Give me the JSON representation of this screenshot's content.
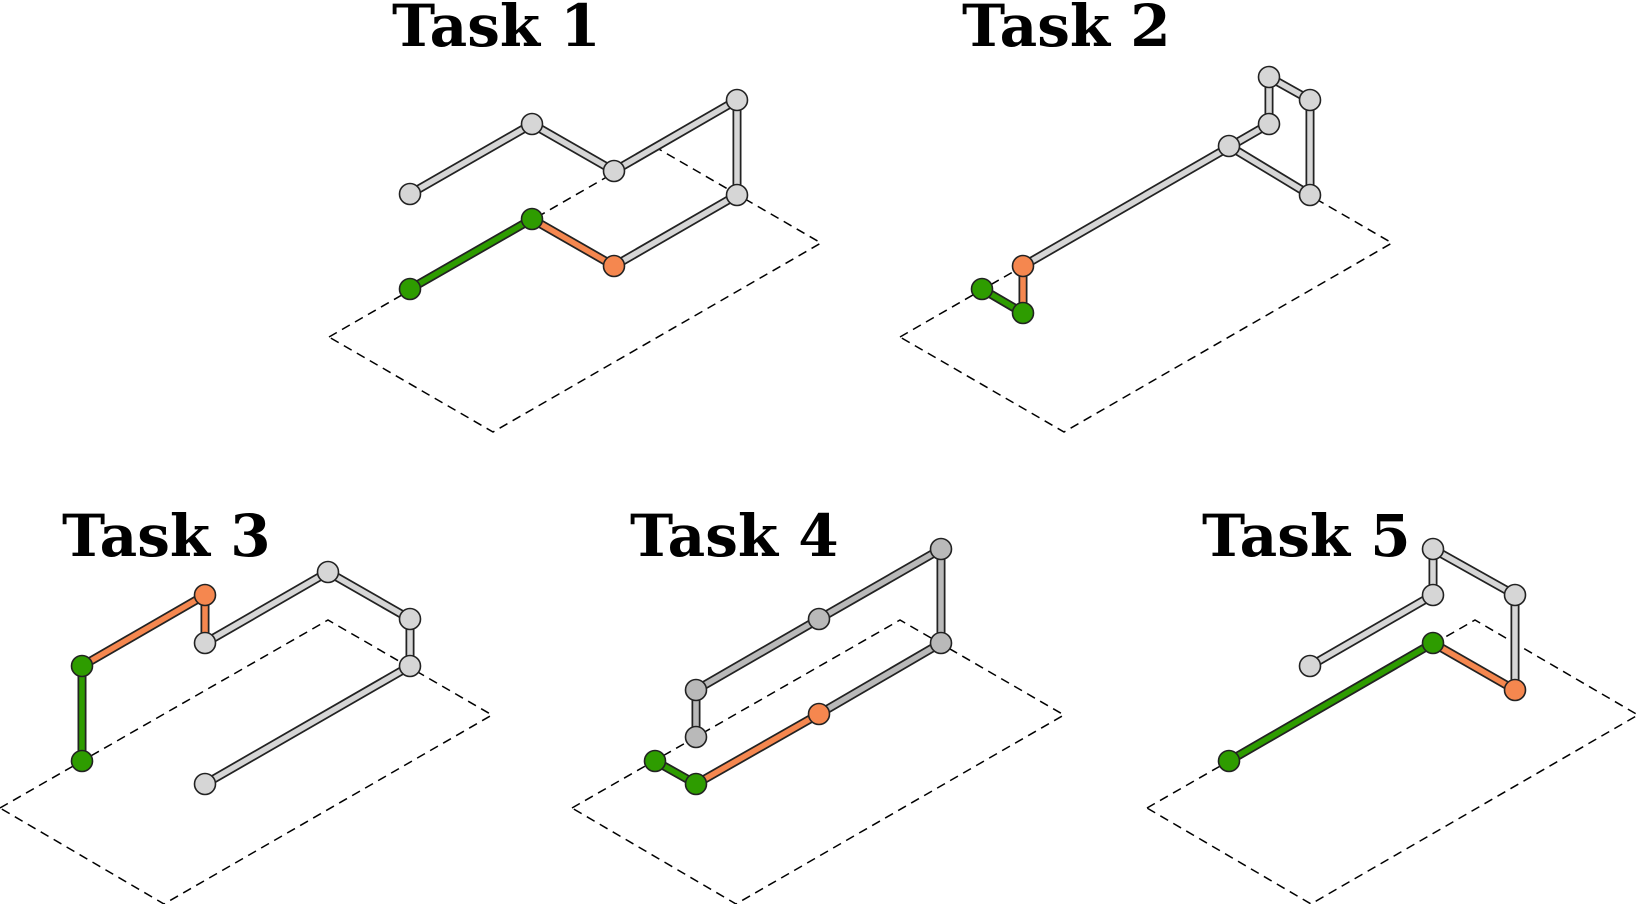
{
  "colors": {
    "rest": "#d6d6d6",
    "rest_dark": "#b9b9b9",
    "green": "#2e9c00",
    "orange": "#f5874f",
    "plane": "#000000"
  },
  "tasks": [
    {
      "title": "Task 1"
    },
    {
      "title": "Task 2"
    },
    {
      "title": "Task 3"
    },
    {
      "title": "Task 4"
    },
    {
      "title": "Task 5"
    }
  ]
}
